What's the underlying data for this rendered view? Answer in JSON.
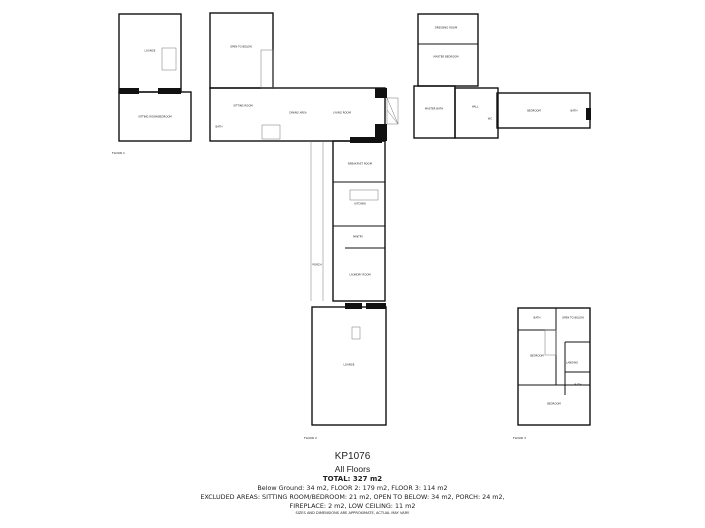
{
  "plan_code": "KP1076",
  "subtitle": "All Floors",
  "total": "TOTAL: 327 m2",
  "areas_line": "Below Ground: 34 m2, FLOOR 2: 179 m2, FLOOR 3: 114 m2",
  "excluded_line1": "EXCLUDED AREAS: SITTING ROOM/BEDROOM: 21 m2, OPEN TO BELOW: 34 m2, PORCH: 24 m2,",
  "excluded_line2": "FIREPLACE: 2 m2, LOW CEILING: 11 m2",
  "disclaimer": "SIZES AND DIMENSIONS ARE APPROXIMATE, ACTUAL MAY VARY.",
  "floor_labels": [
    "FLOOR 1",
    "FLOOR 2",
    "FLOOR 3"
  ],
  "rooms": {
    "f1_lounge": "LOUNGE",
    "f1_sitting": "SITTING ROOM/BEDROOM",
    "open_below": "OPEN TO BELOW",
    "sitting": "SITTING ROOM",
    "bath": "BATH",
    "dining": "DINING AREA",
    "living": "LIVING ROOM",
    "breakfast": "BREAKFAST ROOM",
    "kitchen": "KITCHEN",
    "pantry": "PANTRY",
    "porch": "PORCH",
    "laundry": "LAUNDRY ROOM",
    "lounge2": "LOUNGE",
    "dressing": "DRESSING ROOM",
    "master_bed": "MASTER BEDROOM",
    "master_bath": "MASTER BATH",
    "hall": "HALL",
    "wc": "WC",
    "bedroom_e": "BEDROOM",
    "bath_e": "BATH",
    "f3_bath": "BATH",
    "f3_open": "OPEN TO BELOW",
    "f3_bedroom1": "BEDROOM",
    "f3_landing": "LANDING",
    "f3_bath2": "BATH",
    "f3_bedroom2": "BEDROOM"
  },
  "colors": {
    "wall": "#111111",
    "thin": "#999999"
  }
}
